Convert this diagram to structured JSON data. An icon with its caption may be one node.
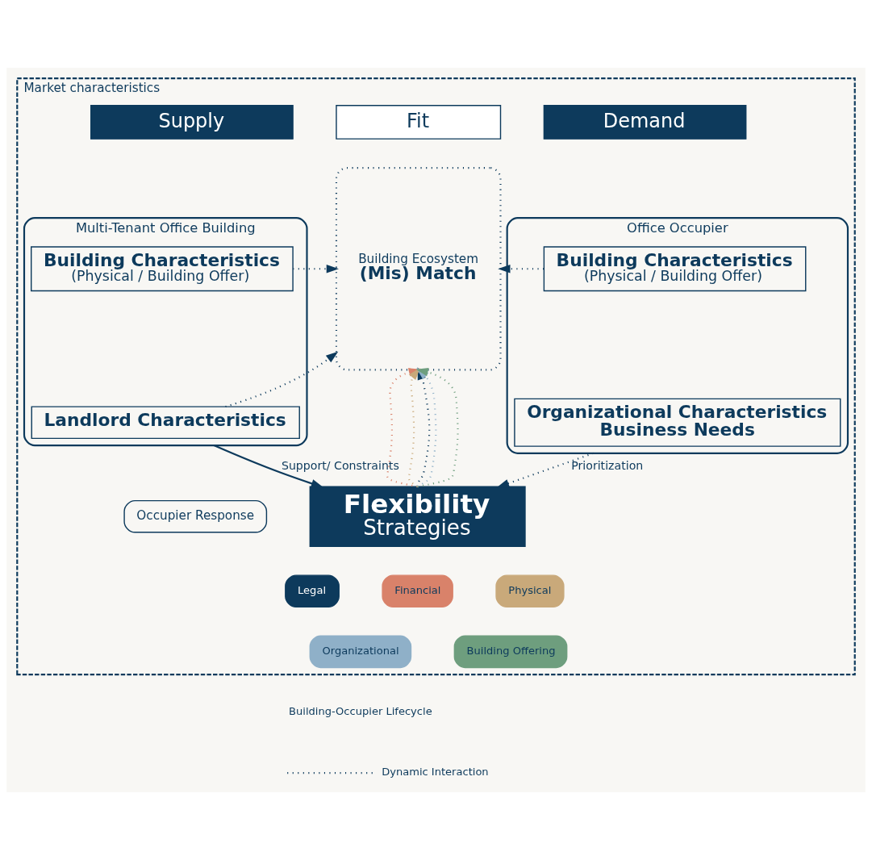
{
  "diagram": {
    "nodes": [
      {
        "text": [
          "Market characteristics"
        ]
      },
      {
        "text": [
          "Supply"
        ],
        "in": 0
      },
      {
        "text": [
          "Fit"
        ],
        "in": 0
      },
      {
        "text": [
          "Demand"
        ],
        "in": 0
      },
      {
        "text": [
          "Multi-Tenant Office Building"
        ],
        "in": 0
      },
      {
        "text": [
          "Building Characteristics",
          "(Physical / Building Offer)"
        ],
        "in": 4
      },
      {
        "text": [
          "Landlord Characteristics"
        ],
        "in": 4
      },
      {
        "text": [
          "Building Ecosystem",
          "(Mis) Match"
        ],
        "in": 0
      },
      {
        "text": [
          "Office Occupier"
        ],
        "in": 0
      },
      {
        "text": [
          "Building Characteristics",
          "(Physical / Building Offer)"
        ],
        "in": 8
      },
      {
        "text": [
          "Organizational Characteristics",
          "Business Needs"
        ],
        "in": 8
      },
      {
        "text": [
          "Occupier Response"
        ],
        "in": 0
      },
      {
        "text": [
          "Flexibility",
          "Strategies"
        ],
        "in": 0
      },
      {
        "text": [
          "Legal"
        ],
        "in": 0
      },
      {
        "text": [
          "Financial"
        ],
        "in": 0
      },
      {
        "text": [
          "Physical"
        ],
        "in": 0
      },
      {
        "text": [
          "Organizational"
        ],
        "in": 0
      },
      {
        "text": [
          "Building Offering"
        ],
        "in": 0
      }
    ],
    "edges": [
      {
        "from": 5,
        "to": 7,
        "arrow": "to",
        "style": "dashed"
      },
      {
        "from": 6,
        "to": 7,
        "arrow": "to",
        "style": "dashed"
      },
      {
        "from": 9,
        "to": 7,
        "arrow": "to",
        "style": "dashed"
      },
      {
        "from": 12,
        "to": 7,
        "arrow": "to",
        "style": "dashed"
      },
      {
        "from": 12,
        "to": 7,
        "arrow": "to",
        "style": "dashed",
        "color": "#d9826a"
      },
      {
        "from": 12,
        "to": 7,
        "arrow": "to",
        "style": "dashed",
        "color": "#c9a97a"
      },
      {
        "from": 12,
        "to": 7,
        "arrow": "to",
        "style": "dashed",
        "color": "#8fb0c8"
      },
      {
        "from": 12,
        "to": 7,
        "arrow": "to",
        "style": "dashed",
        "color": "#6e9e7e"
      },
      {
        "from": 4,
        "to": 12,
        "arrow": "to",
        "label": "Support/ Constraints"
      },
      {
        "from": 8,
        "to": 12,
        "arrow": "to",
        "style": "dashed",
        "label": "Prioritization"
      }
    ],
    "labels": [
      "Building-Occupier Lifecycle"
    ],
    "legend": [
      {
        "text": "Dynamic Interaction"
      }
    ]
  }
}
